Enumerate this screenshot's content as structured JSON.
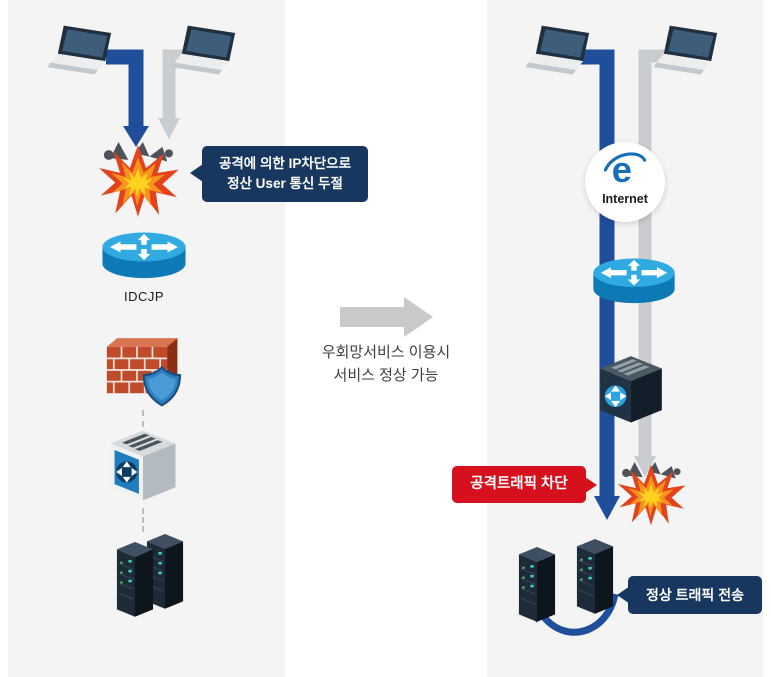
{
  "colors": {
    "panel_bg": "#f4f4f5",
    "arrow_blue": "#1f4e9b",
    "arrow_gray": "#c9cdd0",
    "callout_navy": "#17375e",
    "callout_red": "#d6101c",
    "router_cyan": "#31aae2",
    "shield_blue": "#2d7fc1"
  },
  "left_panel": {
    "blocked_callout": {
      "line1": "공격에 의한 IP차단으로",
      "line2": "정산 User 통신 두절"
    },
    "router_label": "IDCJP",
    "icons": [
      "laptop-icon",
      "laptop-icon",
      "explosion-icon",
      "router-icon",
      "firewall-icon",
      "switch-icon",
      "server-icon",
      "server-icon"
    ]
  },
  "center": {
    "caption_line1": "우회망서비스 이용시",
    "caption_line2": "서비스 정상 가능",
    "icons": [
      "right-block-arrow-icon"
    ]
  },
  "right_panel": {
    "internet_label": "Internet",
    "block_callout": "공격트래픽 차단",
    "normal_callout": "정상 트래픽 전송",
    "icons": [
      "laptop-icon",
      "laptop-icon",
      "internet-explorer-icon",
      "router-icon",
      "switch-icon",
      "explosion-icon",
      "server-icon",
      "server-icon",
      "curved-arrow-icon"
    ]
  }
}
